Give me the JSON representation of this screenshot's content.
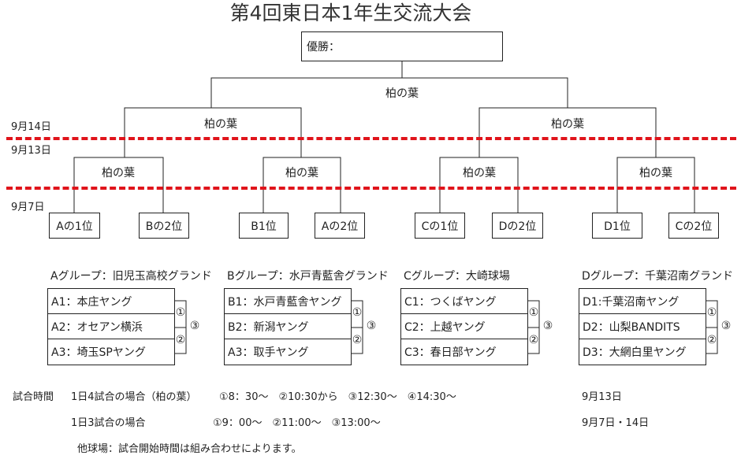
{
  "title": "第4回東日本1年生交流大会",
  "winner_label": "優勝：",
  "final_label": "柏の葉",
  "semis": [
    "柏の葉",
    "柏の葉"
  ],
  "quarters": [
    "柏の葉",
    "柏の葉",
    "柏の葉",
    "柏の葉"
  ],
  "dates": [
    "9月14日",
    "9月13日",
    "9月7日"
  ],
  "slots": [
    "Aの1位",
    "Bの2位",
    "B1位",
    "Aの2位",
    "Cの1位",
    "Dの2位",
    "D1位",
    "Cの2位"
  ],
  "groups": [
    {
      "header": "Aグループ：旧児玉高校グランド",
      "rows": [
        "A1：本庄ヤング",
        "A2：オセアン横浜",
        "A3：埼玉SPヤング"
      ]
    },
    {
      "header": "Bグループ：水戸青藍舎グランド",
      "rows": [
        "B1：水戸青藍舎ヤング",
        "B2：新潟ヤング",
        "A3：取手ヤング"
      ]
    },
    {
      "header": "Cグループ：大崎球場",
      "rows": [
        "C1：つくばヤング",
        "C2：上越ヤング",
        "C3：春日部ヤング"
      ]
    },
    {
      "header": "Dグループ：千葉沼南グランド",
      "rows": [
        "D1:千葉沼南ヤング",
        "D2：山梨BANDITS",
        "D3：大網白里ヤング"
      ]
    }
  ],
  "match_marks": [
    "①",
    "③",
    "②"
  ],
  "notes": {
    "line1_label": "試合時間",
    "line1_case": "1日4試合の場合（柏の葉）",
    "line1_times": "①8：30～　②10:30から　③12:30～　④14:30～",
    "line1_date": "9月13日",
    "line2_case": "1日3試合の場合",
    "line2_times": "①9：00～　②11:00～　③13:00～",
    "line2_date": "9月7日・14日",
    "line3": "他球場：試合開始時間は組み合わせによります。"
  }
}
